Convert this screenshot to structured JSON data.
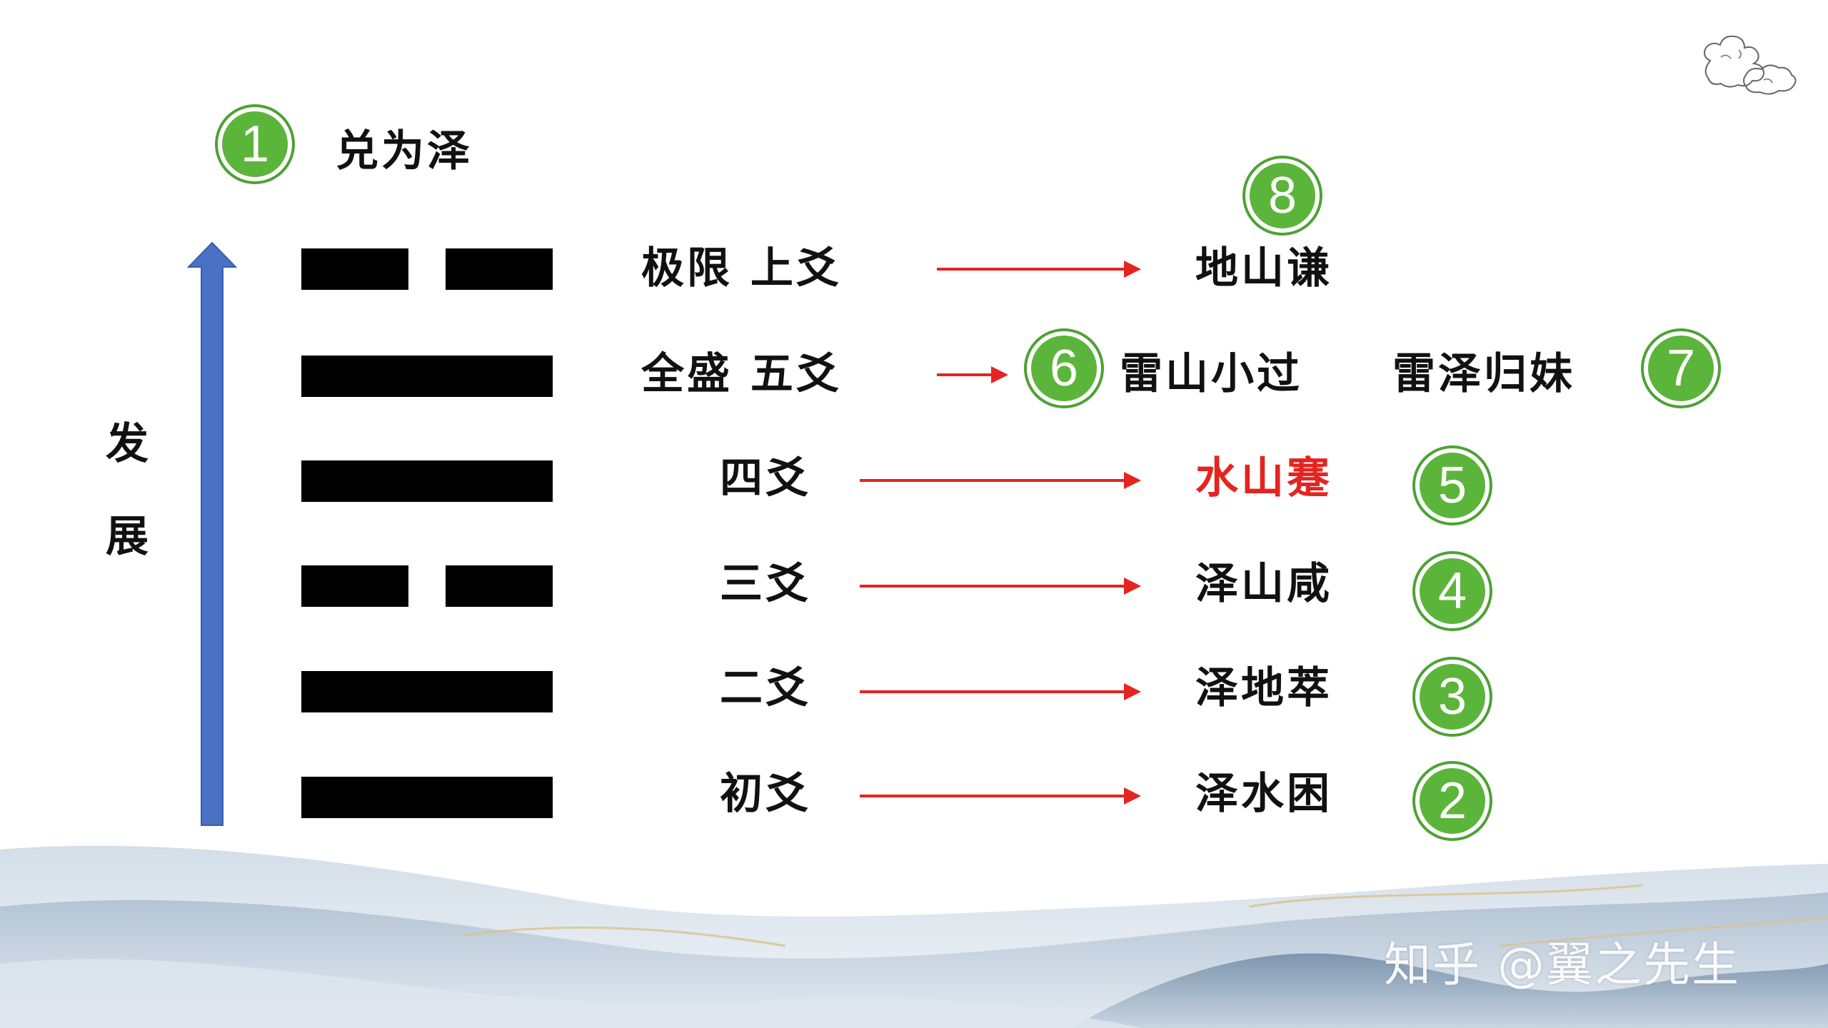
{
  "title": {
    "number": "1",
    "text": "兑为泽"
  },
  "side_label": [
    "发",
    "展"
  ],
  "hexagram_lines": [
    {
      "position": "上爻",
      "broken": true
    },
    {
      "position": "五爻",
      "broken": false
    },
    {
      "position": "四爻",
      "broken": false
    },
    {
      "position": "三爻",
      "broken": true
    },
    {
      "position": "二爻",
      "broken": false
    },
    {
      "position": "初爻",
      "broken": false
    }
  ],
  "rows": [
    {
      "label": "极限  上爻",
      "target": "地山谦",
      "number": "8"
    },
    {
      "label": "全盛  五爻",
      "number_left": "6",
      "target_a": "雷山小过",
      "target_b": "雷泽归妹",
      "number_right": "7"
    },
    {
      "label": "四爻",
      "target": "水山蹇",
      "number": "5",
      "highlight": true
    },
    {
      "label": "三爻",
      "target": "泽山咸",
      "number": "4"
    },
    {
      "label": "二爻",
      "target": "泽地萃",
      "number": "3"
    },
    {
      "label": "初爻",
      "target": "泽水困",
      "number": "2"
    }
  ],
  "watermark": "知乎 @翼之先生",
  "colors": {
    "badge_green": "#5cb53b",
    "arrow_red": "#e52421",
    "progress_arrow_blue": "#4a72c4",
    "highlight_red": "#e52421",
    "line_black": "#000000"
  }
}
